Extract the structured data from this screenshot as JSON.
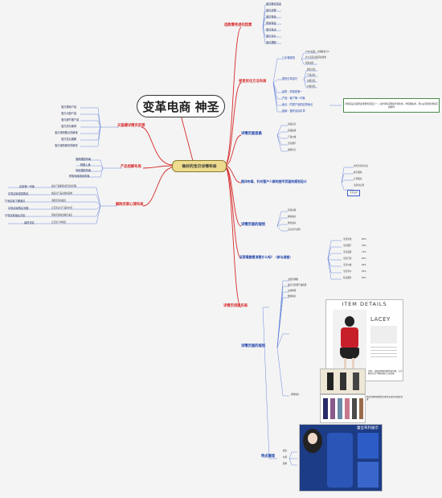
{
  "title": "变革电商 神圣",
  "center": "做好的宝贝详情布局",
  "left": {
    "store_traffic": {
      "label": "天猫爆详情页逆袭",
      "items": [
        "宝贝基础介绍",
        "宝贝大图介绍",
        "宝贝细节图介绍",
        "宝贝成功案例",
        "宝贝调研要点的解读",
        "宝贝售后图解",
        "宝贝保障服务的解说"
      ]
    },
    "product_layout": {
      "label": "产品组解布局",
      "items": [
        "推荐搭配布局",
        "顾客上身",
        "场景搭配布局",
        "顾客使用场景布局"
      ]
    },
    "persuade": {
      "label": "解除买家心理布局",
      "items": [
        "买家第一印象",
        "引导买家激发购买",
        "打消买家了解宝贝",
        "引导买家购买流程",
        "引导买家最后决定",
        "最终决定"
      ],
      "subs": [
        "展示产品能解决买家的问题",
        "唤起对产品功能的需求",
        "消除买家的疑虑",
        "让买家认可产品的价值",
        "帮助买家做出购买决定",
        "让买家下单购买"
      ]
    }
  },
  "right": {
    "select_factors": {
      "label": "选款需考虑的因素",
      "items": [
        "宝贝概念信息",
        "宝贝优势",
        "宝贝特色",
        "质量保证",
        "宝贝卖点",
        "宝贝评价",
        "宝贝搭配"
      ]
    },
    "optimize": {
      "label": "视觉优化方法布局",
      "sub1": "三步骤视觉",
      "sub1_items": [
        "TOP1标题：主图要吸引人",
        "什么宝贝详情页最重要",
        "简短总结"
      ],
      "sub2": "视觉引导技巧",
      "sub2_items": [
        "颜色对比",
        "产品对比",
        "功能对比",
        "价格对比"
      ],
      "sub3": [
        "品质：质量是第一",
        "产品：客户第一印象",
        "卖点：同类产品的区别卖点",
        "促销：做好活动引导"
      ],
      "note": "详情页是店铺里最重要的页面之一，好的详情页能提升转化率，降低跳失率，所以必须重视详情页的制作"
    },
    "page_plan": {
      "label": "详情页面思路",
      "rows": [
        "商品卖点",
        "商品描述",
        "产品价格",
        "宝贝细节",
        "品牌实力"
      ]
    },
    "design": {
      "label": "图详布局、针对客户人群的细节页面的规划设计",
      "sub": "布局宝贝的卖点",
      "items": [
        "吸引眼球",
        "打消疑虑",
        "卖家的心理"
      ],
      "box": "宝贝设计"
    },
    "arrange": {
      "label": "详情页面的规划",
      "items": [
        "营销关联",
        "模特展示",
        "场景展示",
        "卖点文字说明"
      ]
    },
    "buyer_care": {
      "label": "买家需要看清楚什么吗？（参与调查）",
      "items": [
        "宝贝外观",
        "宝贝细节",
        "宝贝品质",
        "宝贝尺码",
        "宝贝价格",
        "宝贝评价",
        "售后服务"
      ],
      "pcts": [
        "85%",
        "78%",
        "72%",
        "65%",
        "60%",
        "55%",
        "50%"
      ]
    },
    "page_layout": {
      "label": "详情页排版布局",
      "design_label": "详情页面的规划",
      "items": [
        "主要营销图",
        "展示宝贝细节和质量",
        "价值体现",
        "整体展示"
      ],
      "item_details_title": "ITEM DETAILS",
      "item_details_brand": "LACEY",
      "model_label": "模特展示",
      "model_text": "正面、背面和侧面的模特展示图，让买家全方位了解衣服的上身效果",
      "model_text2": "精美的模特图能给买家带来更好的视觉效果",
      "feature_label": "特点展现",
      "feature_items": [
        "颜色",
        "材质",
        "面料"
      ],
      "feature_title": "蕾丝布料展示"
    }
  },
  "colors": {
    "red": "#d62a2a",
    "blue": "#1b3fa8",
    "line_red": "#e04040",
    "line_blue": "#4a6fd6",
    "title_border": "#333"
  }
}
